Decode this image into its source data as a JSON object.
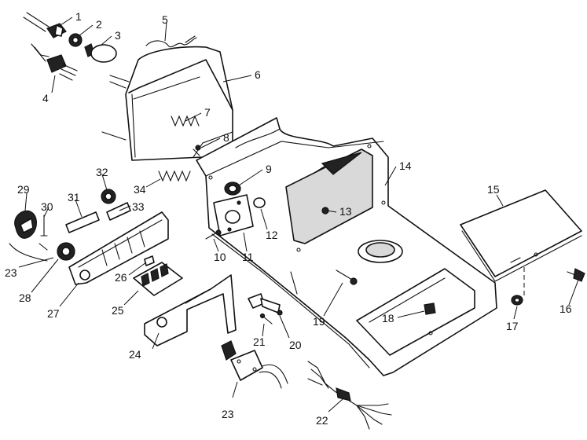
{
  "callouts": {
    "c1": "1",
    "c2": "2",
    "c3": "3",
    "c4": "4",
    "c5": "5",
    "c6": "6",
    "c7": "7",
    "c8": "8",
    "c9": "9",
    "c10": "10",
    "c11": "11",
    "c12": "12",
    "c13": "13",
    "c14": "14",
    "c15": "15",
    "c16": "16",
    "c17": "17",
    "c18": "18",
    "c19": "19",
    "c20": "20",
    "c21": "21",
    "c22": "22",
    "c23a": "23",
    "c23b": "23",
    "c24": "24",
    "c25": "25",
    "c26": "26",
    "c27": "27",
    "c28": "28",
    "c29": "29",
    "c30": "30",
    "c31": "31",
    "c32": "32",
    "c33": "33",
    "c34": "34"
  }
}
